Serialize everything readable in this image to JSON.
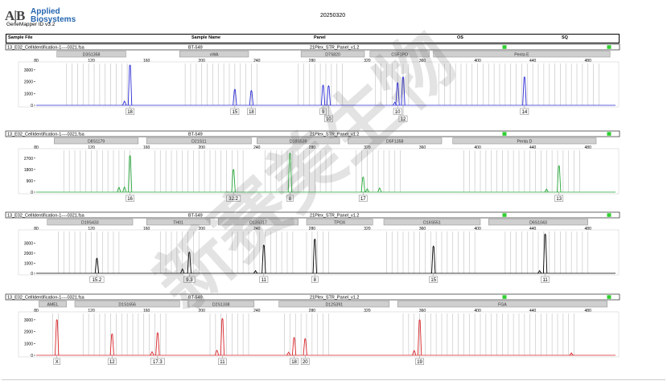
{
  "header": {
    "logo_mark": "A|B",
    "brand_line1": "Applied",
    "brand_line2": "Biosystems",
    "app_name": "GeneMapper ID v3.2",
    "date": "20250320"
  },
  "table_headers": [
    "Sample File",
    "Sample Name",
    "Panel",
    "OS",
    "SQ"
  ],
  "watermark": "新赛美生物",
  "colors": {
    "blue": "#2a2ad6",
    "green": "#27a83a",
    "black": "#000000",
    "red": "#d8262b",
    "flag": "#2fcf2f",
    "bin": "#c8c8c8",
    "locus_box": "#cfcfcf"
  },
  "chart_data": [
    {
      "type": "line",
      "dye": "blue",
      "sample_file": "13_E02_CellIdentification-1----0321.fsa",
      "sample_name": "BT-549",
      "panel": "21Plex_STR_Panel_v1.2",
      "xlim": [
        80,
        500
      ],
      "x_ticks": [
        80,
        120,
        160,
        200,
        240,
        280,
        320,
        360,
        400,
        440,
        480
      ],
      "ylim": [
        0,
        3400
      ],
      "y_ticks": [
        0,
        1000,
        2000,
        3000
      ],
      "loci": [
        {
          "name": "D3S1358",
          "start": 95,
          "end": 145
        },
        {
          "name": "vWA",
          "start": 184,
          "end": 234
        },
        {
          "name": "D7S820",
          "start": 272,
          "end": 318
        },
        {
          "name": "CSF1PO",
          "start": 322,
          "end": 365
        },
        {
          "name": "Penta E",
          "start": 368,
          "end": 496
        }
      ],
      "peaks": [
        {
          "x": 148,
          "y": 3700,
          "label": "18"
        },
        {
          "x": 224,
          "y": 1350,
          "label": "15"
        },
        {
          "x": 236,
          "y": 1250,
          "label": "18"
        },
        {
          "x": 288,
          "y": 1700,
          "label": "9"
        },
        {
          "x": 292,
          "y": 1650,
          "label": "10"
        },
        {
          "x": 342,
          "y": 1900,
          "label": "10"
        },
        {
          "x": 346,
          "y": 2400,
          "label": "12"
        },
        {
          "x": 434,
          "y": 2400,
          "label": "14"
        }
      ],
      "minor_peaks": [
        {
          "x": 144,
          "y": 350
        },
        {
          "x": 340,
          "y": 260
        }
      ],
      "bins": [
        [
          102,
          146
        ],
        [
          188,
          240
        ],
        [
          270,
          302
        ],
        [
          326,
          352
        ],
        [
          372,
          490
        ]
      ]
    },
    {
      "type": "line",
      "dye": "green",
      "sample_file": "13_E02_CellIdentification-1----0321.fsa",
      "sample_name": "BT-549",
      "panel": "21Plex_STR_Panel_v1.2",
      "xlim": [
        80,
        500
      ],
      "x_ticks": [
        80,
        120,
        160,
        200,
        240,
        280,
        320,
        360,
        400,
        440,
        480
      ],
      "ylim": [
        0,
        3200
      ],
      "y_ticks": [
        0,
        900,
        1800,
        2700
      ],
      "loci": [
        {
          "name": "D8S1179",
          "start": 93,
          "end": 154
        },
        {
          "name": "D21S11",
          "start": 160,
          "end": 236
        },
        {
          "name": "D18S539",
          "start": 240,
          "end": 300
        },
        {
          "name": "D5F1358",
          "start": 306,
          "end": 374
        },
        {
          "name": "Penta D",
          "start": 382,
          "end": 486
        }
      ],
      "peaks": [
        {
          "x": 148,
          "y": 2900,
          "label": "16"
        },
        {
          "x": 223,
          "y": 1800,
          "label": "32.2"
        },
        {
          "x": 264,
          "y": 3100,
          "label": "8"
        },
        {
          "x": 317,
          "y": 1200,
          "label": "17"
        },
        {
          "x": 459,
          "y": 2100,
          "label": "13"
        }
      ],
      "minor_peaks": [
        {
          "x": 140,
          "y": 380
        },
        {
          "x": 144,
          "y": 400
        },
        {
          "x": 320,
          "y": 260
        },
        {
          "x": 329,
          "y": 320
        },
        {
          "x": 450,
          "y": 240
        }
      ],
      "bins": [
        [
          100,
          150
        ],
        [
          166,
          230
        ],
        [
          246,
          296
        ],
        [
          312,
          346
        ],
        [
          390,
          476
        ]
      ]
    },
    {
      "type": "line",
      "dye": "black",
      "sample_file": "13_E02_CellIdentification-1----0321.fsa",
      "sample_name": "BT-549",
      "panel": "21Plex_STR_Panel_v1.2",
      "xlim": [
        80,
        500
      ],
      "x_ticks": [
        80,
        120,
        160,
        200,
        240,
        280,
        320,
        360,
        400,
        440,
        480
      ],
      "ylim": [
        0,
        4000
      ],
      "y_ticks": [
        0,
        1000,
        2000,
        3000
      ],
      "loci": [
        {
          "name": "D19S433",
          "start": 88,
          "end": 150
        },
        {
          "name": "TH01",
          "start": 160,
          "end": 206
        },
        {
          "name": "D13S317",
          "start": 212,
          "end": 270
        },
        {
          "name": "TPOX",
          "start": 276,
          "end": 324
        },
        {
          "name": "D16S551",
          "start": 332,
          "end": 402
        },
        {
          "name": "D6S1043",
          "start": 408,
          "end": 480
        }
      ],
      "peaks": [
        {
          "x": 124,
          "y": 1500,
          "label": "15.2"
        },
        {
          "x": 191,
          "y": 2100,
          "label": "9.3"
        },
        {
          "x": 245,
          "y": 2800,
          "label": "11"
        },
        {
          "x": 282,
          "y": 3400,
          "label": "8"
        },
        {
          "x": 368,
          "y": 2700,
          "label": "15"
        },
        {
          "x": 449,
          "y": 3900,
          "label": "11"
        }
      ],
      "minor_peaks": [
        {
          "x": 186,
          "y": 420
        },
        {
          "x": 239,
          "y": 260
        },
        {
          "x": 445,
          "y": 260
        }
      ],
      "bins": [
        [
          96,
          140
        ],
        [
          170,
          200
        ],
        [
          222,
          268
        ],
        [
          276,
          292
        ],
        [
          334,
          398
        ],
        [
          420,
          480
        ]
      ]
    },
    {
      "type": "line",
      "dye": "red",
      "sample_file": "13_E02_CellIdentification-1----0321.fsa",
      "sample_name": "BT-549",
      "panel": "21Plex_STR_Panel_v1.2",
      "xlim": [
        80,
        500
      ],
      "x_ticks": [
        80,
        120,
        160,
        200,
        240,
        280,
        320,
        360,
        400,
        440,
        480
      ],
      "ylim": [
        0,
        3400
      ],
      "y_ticks": [
        0,
        1000,
        2000,
        3000
      ],
      "loci": [
        {
          "name": "AMEL",
          "start": 82,
          "end": 102
        },
        {
          "name": "D1S1656",
          "start": 108,
          "end": 184
        },
        {
          "name": "D2S1338",
          "start": 190,
          "end": 238
        },
        {
          "name": "D12S391",
          "start": 256,
          "end": 336
        },
        {
          "name": "FGA",
          "start": 342,
          "end": 494
        }
      ],
      "peaks": [
        {
          "x": 95,
          "y": 3000,
          "label": "X"
        },
        {
          "x": 135,
          "y": 1800,
          "label": "12"
        },
        {
          "x": 168,
          "y": 1900,
          "label": "17.3"
        },
        {
          "x": 215,
          "y": 3100,
          "label": "11"
        },
        {
          "x": 267,
          "y": 1500,
          "label": "18"
        },
        {
          "x": 275,
          "y": 1400,
          "label": "20"
        },
        {
          "x": 358,
          "y": 3000,
          "label": "19"
        }
      ],
      "minor_peaks": [
        {
          "x": 164,
          "y": 300
        },
        {
          "x": 211,
          "y": 420
        },
        {
          "x": 263,
          "y": 260
        },
        {
          "x": 354,
          "y": 400
        },
        {
          "x": 468,
          "y": 200
        }
      ],
      "bins": [
        [
          92,
          98
        ],
        [
          114,
          176
        ],
        [
          206,
          234
        ],
        [
          260,
          294
        ],
        [
          346,
          470
        ]
      ]
    }
  ]
}
